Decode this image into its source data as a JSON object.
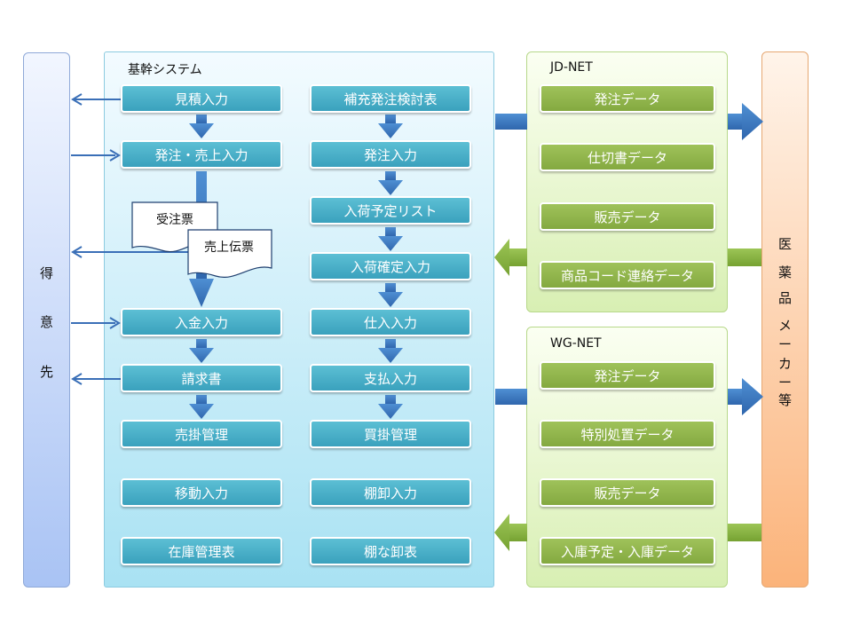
{
  "left": {
    "chars": [
      "得",
      "意",
      "先"
    ]
  },
  "main": {
    "title": "基幹システム",
    "col1": [
      "見積入力",
      "発注・売上入力",
      "入金入力",
      "請求書",
      "売掛管理",
      "移動入力",
      "在庫管理表"
    ],
    "col2": [
      "補充発注検討表",
      "発注入力",
      "入荷予定リスト",
      "入荷確定入力",
      "仕入入力",
      "支払入力",
      "買掛管理",
      "棚卸入力",
      "棚な卸表"
    ],
    "docs": {
      "order_slip": "受注票",
      "sales_slip": "売上伝票"
    }
  },
  "jd": {
    "title": "JD-NET",
    "items": [
      "発注データ",
      "仕切書データ",
      "販売データ",
      "商品コード連絡データ"
    ]
  },
  "wg": {
    "title": "WG-NET",
    "items": [
      "発注データ",
      "特別処置データ",
      "販売データ",
      "入庫予定・入庫データ"
    ]
  },
  "right": {
    "chars": [
      "医",
      "薬",
      "品",
      "メ",
      "ー",
      "カ",
      "ー",
      "等"
    ]
  },
  "colors": {
    "blue_box": "#3aa1bd",
    "green_box": "#84a940",
    "blue_arrow": "#3a78be",
    "green_arrow": "#86b33c"
  }
}
